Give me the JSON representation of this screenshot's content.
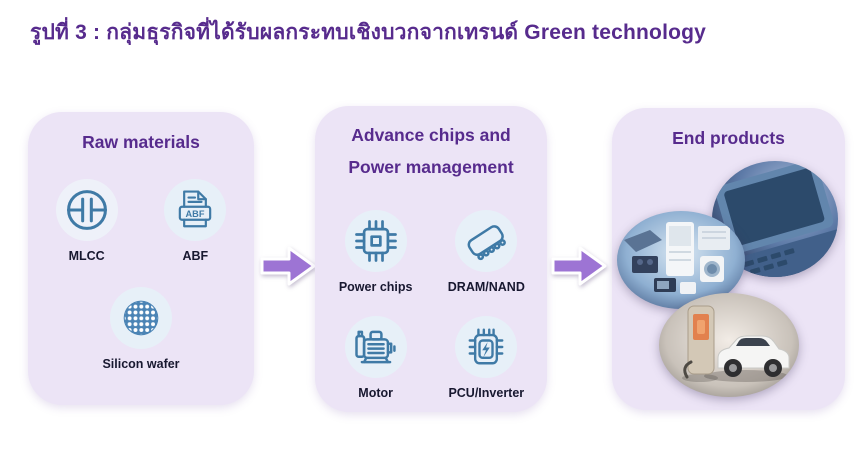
{
  "title": "รูปที่ 3 : กลุ่มธุรกิจที่ได้รับผลกระทบเชิงบวกจากเทรนด์ Green technology",
  "panels": {
    "raw_materials": {
      "title": "Raw materials",
      "items": [
        {
          "label": "MLCC",
          "icon": "capacitor-icon"
        },
        {
          "label": "ABF",
          "icon": "abf-file-icon",
          "badge": "ABF"
        },
        {
          "label": "Silicon wafer",
          "icon": "silicon-wafer-icon"
        }
      ]
    },
    "advance_chips": {
      "title_line1": "Advance chips and",
      "title_line2": "Power management",
      "items": [
        {
          "label": "Power chips",
          "icon": "cpu-chip-icon"
        },
        {
          "label": "DRAM/NAND",
          "icon": "memory-chip-icon"
        },
        {
          "label": "Motor",
          "icon": "electric-motor-icon"
        },
        {
          "label": "PCU/Inverter",
          "icon": "inverter-chip-icon"
        }
      ]
    },
    "end_products": {
      "title": "End products",
      "images": [
        {
          "name": "laptop-photo"
        },
        {
          "name": "home-appliances-photo"
        },
        {
          "name": "ev-charging-photo"
        }
      ]
    }
  },
  "colors": {
    "heading_purple": "#572b8d",
    "panel_background": "#ece4f6",
    "icon_stroke_blue": "#3f7aa6",
    "icon_circle_background": "#e7f0f8",
    "label_text": "#181830",
    "arrow_purple": "#9d74d4"
  }
}
